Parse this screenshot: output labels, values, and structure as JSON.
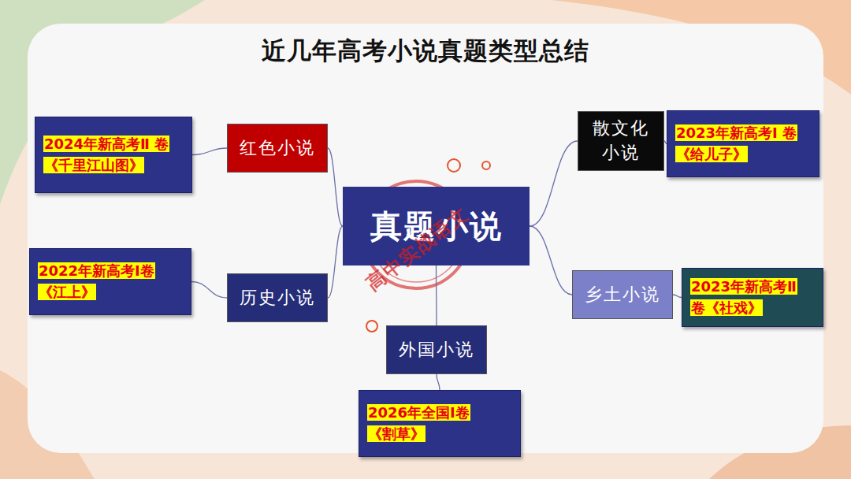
{
  "diagram": {
    "title": "近几年高考小说真题类型总结",
    "nodes": [
      {
        "text": [
          "2024年新高考Ⅱ 卷《千里江山图》"
        ]
      },
      {
        "text": [
          "红色小说"
        ]
      },
      {
        "text": [
          "散文化 小说"
        ]
      },
      {
        "text": [
          "2023年新高考Ⅰ 卷《给儿子》"
        ]
      },
      {
        "text": [
          "真题小说"
        ]
      },
      {
        "text": [
          "2022年新高考Ⅰ卷 《江上》"
        ]
      },
      {
        "text": [
          "历史小说"
        ]
      },
      {
        "text": [
          "乡土小说"
        ]
      },
      {
        "text": [
          "2023年新高考Ⅱ 卷《社戏》"
        ]
      },
      {
        "text": [
          "外国小说"
        ]
      },
      {
        "text": [
          "2026年全国Ⅰ卷 《割草》"
        ]
      }
    ],
    "edges": [
      {
        "from": 1,
        "to": 0,
        "arrow": "none"
      },
      {
        "from": 4,
        "to": 1,
        "arrow": "none"
      },
      {
        "from": 4,
        "to": 2,
        "arrow": "none"
      },
      {
        "from": 2,
        "to": 3,
        "arrow": "none"
      },
      {
        "from": 4,
        "to": 6,
        "arrow": "none"
      },
      {
        "from": 6,
        "to": 5,
        "arrow": "none"
      },
      {
        "from": 4,
        "to": 7,
        "arrow": "none"
      },
      {
        "from": 7,
        "to": 8,
        "arrow": "none"
      },
      {
        "from": 4,
        "to": 9,
        "arrow": "none"
      },
      {
        "from": 9,
        "to": 10,
        "arrow": "none"
      }
    ],
    "labels": [
      "高中实战语文"
    ]
  }
}
